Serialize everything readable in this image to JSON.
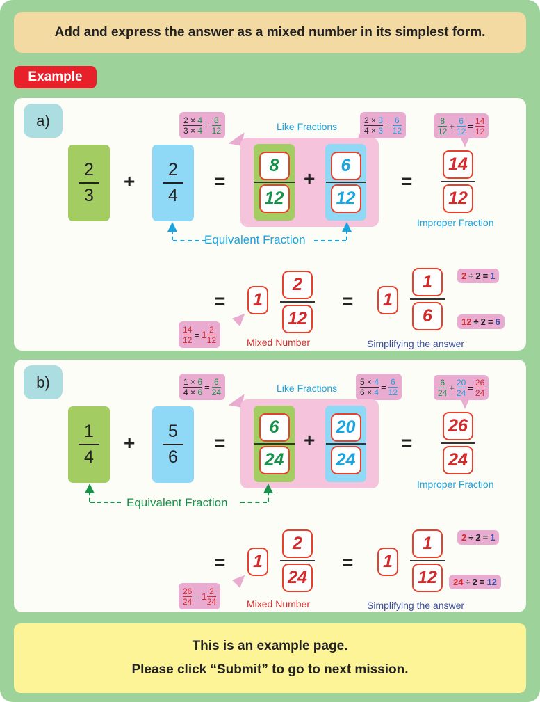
{
  "instruction": "Add and express the answer as a mixed number in its simplest form.",
  "badge": "Example",
  "examples": [
    {
      "label": "a)",
      "f1": {
        "num": "2",
        "den": "3"
      },
      "f2": {
        "num": "2",
        "den": "4"
      },
      "plus": "+",
      "equals": "=",
      "like": {
        "n1": "8",
        "d1": "12",
        "n2": "6",
        "d2": "12"
      },
      "like_label": "Like Fractions",
      "equiv_label": "Equivalent Fraction",
      "call1": {
        "a": "2",
        "m": "4",
        "b": "3",
        "r_num": "8",
        "r_den": "12",
        "x": "×",
        "eq": "="
      },
      "call2": {
        "a": "2",
        "m": "3",
        "b": "4",
        "r_num": "6",
        "r_den": "12",
        "x": "×",
        "eq": "="
      },
      "call3": {
        "n1": "8",
        "d1": "12",
        "n2": "6",
        "d2": "12",
        "rn": "14",
        "rd": "12",
        "plus": "+",
        "eq": "="
      },
      "improper": {
        "num": "14",
        "den": "12",
        "label": "Improper Fraction"
      },
      "mixed": {
        "whole": "1",
        "num": "2",
        "den": "12",
        "label": "Mixed Number"
      },
      "mixed_call": {
        "n": "14",
        "d": "12",
        "whole": "1",
        "mn": "2",
        "md": "12",
        "eq": "="
      },
      "simplified": {
        "whole": "1",
        "num": "1",
        "den": "6",
        "label": "Simplifying the answer"
      },
      "div_top": {
        "a": "2",
        "op": "÷",
        "b": "2",
        "eq": "=",
        "r": "1"
      },
      "div_bot": {
        "a": "12",
        "op": "÷",
        "b": "2",
        "eq": "=",
        "r": "6"
      }
    },
    {
      "label": "b)",
      "f1": {
        "num": "1",
        "den": "4"
      },
      "f2": {
        "num": "5",
        "den": "6"
      },
      "plus": "+",
      "equals": "=",
      "like": {
        "n1": "6",
        "d1": "24",
        "n2": "20",
        "d2": "24"
      },
      "like_label": "Like Fractions",
      "equiv_label": "Equivalent Fraction",
      "call1": {
        "a": "1",
        "m": "6",
        "b": "4",
        "r_num": "6",
        "r_den": "24",
        "x": "×",
        "eq": "="
      },
      "call2": {
        "a": "5",
        "m": "4",
        "b": "6",
        "r_num": "6",
        "r_den": "12",
        "x": "×",
        "eq": "="
      },
      "call3": {
        "n1": "6",
        "d1": "24",
        "n2": "20",
        "d2": "24",
        "rn": "26",
        "rd": "24",
        "plus": "+",
        "eq": "="
      },
      "improper": {
        "num": "26",
        "den": "24",
        "label": "Improper Fraction"
      },
      "mixed": {
        "whole": "1",
        "num": "2",
        "den": "24",
        "label": "Mixed Number"
      },
      "mixed_call": {
        "n": "26",
        "d": "24",
        "whole": "1",
        "mn": "2",
        "md": "24",
        "eq": "="
      },
      "simplified": {
        "whole": "1",
        "num": "1",
        "den": "12",
        "label": "Simplifying the answer"
      },
      "div_top": {
        "a": "2",
        "op": "÷",
        "b": "2",
        "eq": "=",
        "r": "1"
      },
      "div_bot": {
        "a": "24",
        "op": "÷",
        "b": "2",
        "eq": "=",
        "r": "12"
      }
    }
  ],
  "footer": {
    "line1": "This is an example page.",
    "line2": "Please click “Submit” to go to next mission."
  }
}
